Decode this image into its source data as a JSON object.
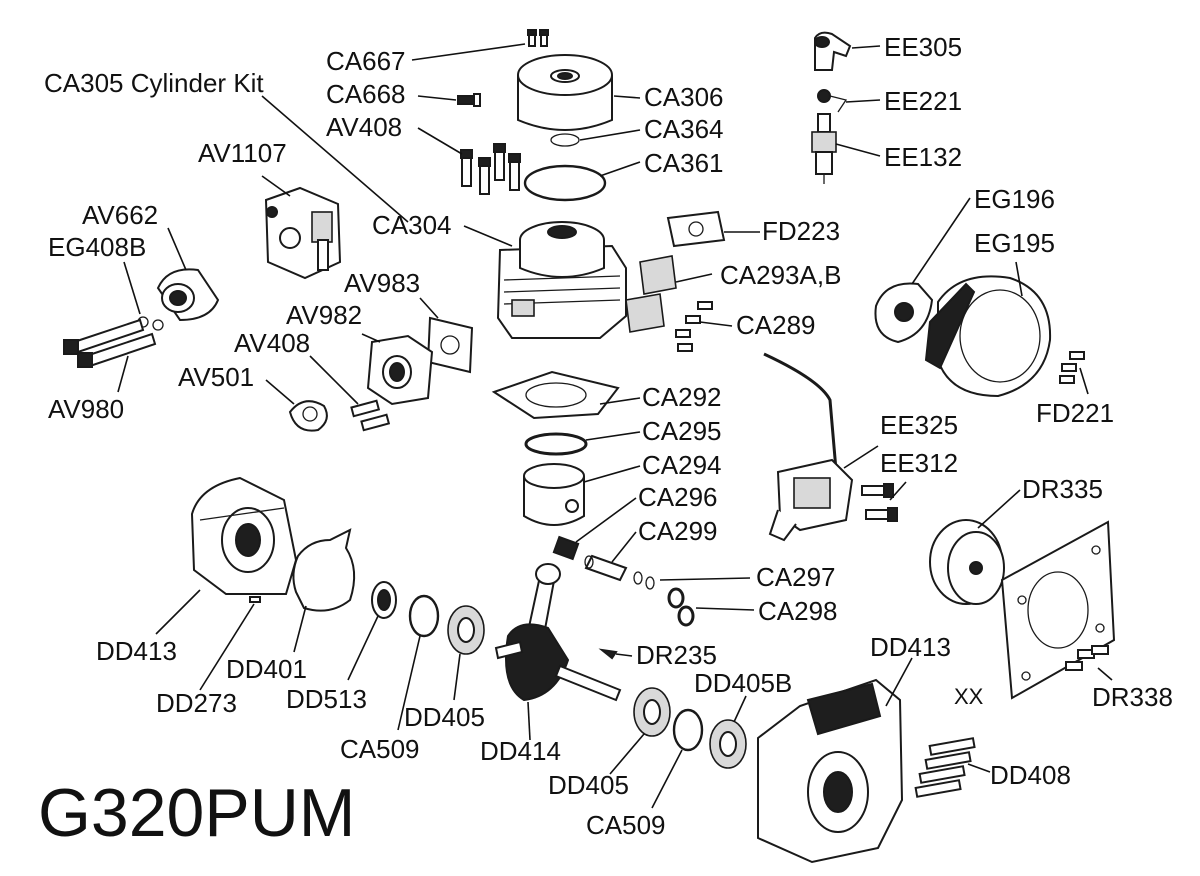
{
  "model": "G320PUM",
  "kit_label": "CA305 Cylinder Kit",
  "labels": {
    "CA667": "CA667",
    "CA668": "CA668",
    "AV408a": "AV408",
    "CA306": "CA306",
    "CA364": "CA364",
    "CA361": "CA361",
    "EE305": "EE305",
    "EE221": "EE221",
    "EE132": "EE132",
    "EG196": "EG196",
    "EG195": "EG195",
    "AV1107": "AV1107",
    "AV662": "AV662",
    "EG408B": "EG408B",
    "CA304": "CA304",
    "FD223": "FD223",
    "CA293": "CA293A,B",
    "CA289": "CA289",
    "AV983": "AV983",
    "AV982": "AV982",
    "AV408b": "AV408",
    "AV501": "AV501",
    "AV980": "AV980",
    "FD221": "FD221",
    "CA292": "CA292",
    "CA295": "CA295",
    "CA294": "CA294",
    "CA296": "CA296",
    "CA299": "CA299",
    "EE325": "EE325",
    "EE312": "EE312",
    "DR335": "DR335",
    "CA297": "CA297",
    "CA298": "CA298",
    "DD413a": "DD413",
    "DD401": "DD401",
    "DD273": "DD273",
    "DD513": "DD513",
    "DD405a": "DD405",
    "CA509a": "CA509",
    "DD414": "DD414",
    "DR235": "DR235",
    "DD413b": "DD413",
    "DD405B": "DD405B",
    "XX": "XX",
    "DR338": "DR338",
    "DD405b": "DD405",
    "CA509b": "CA509",
    "DD408": "DD408"
  }
}
